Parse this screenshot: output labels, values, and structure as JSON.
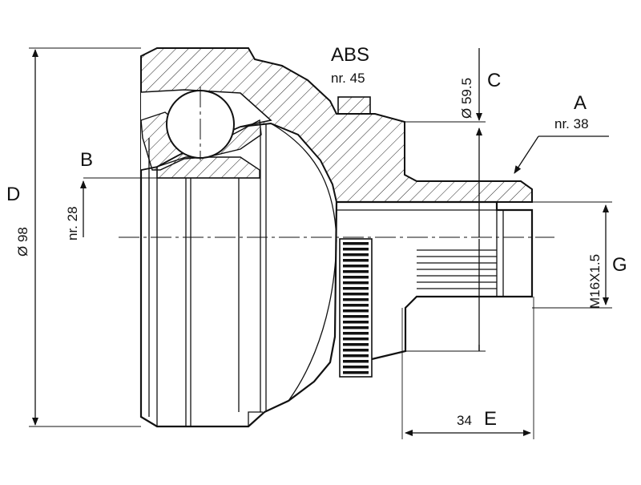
{
  "labels": {
    "abs": "ABS",
    "abs_nr": "nr. 45",
    "c": "C",
    "c_dim": "Ø 59.5",
    "a": "A",
    "a_nr": "nr. 38",
    "b": "B",
    "b_nr": "nr. 28",
    "d": "D",
    "d_dim": "Ø 98",
    "g": "G",
    "g_dim": "M16X1.5",
    "e": "E",
    "e_dim": "34"
  }
}
